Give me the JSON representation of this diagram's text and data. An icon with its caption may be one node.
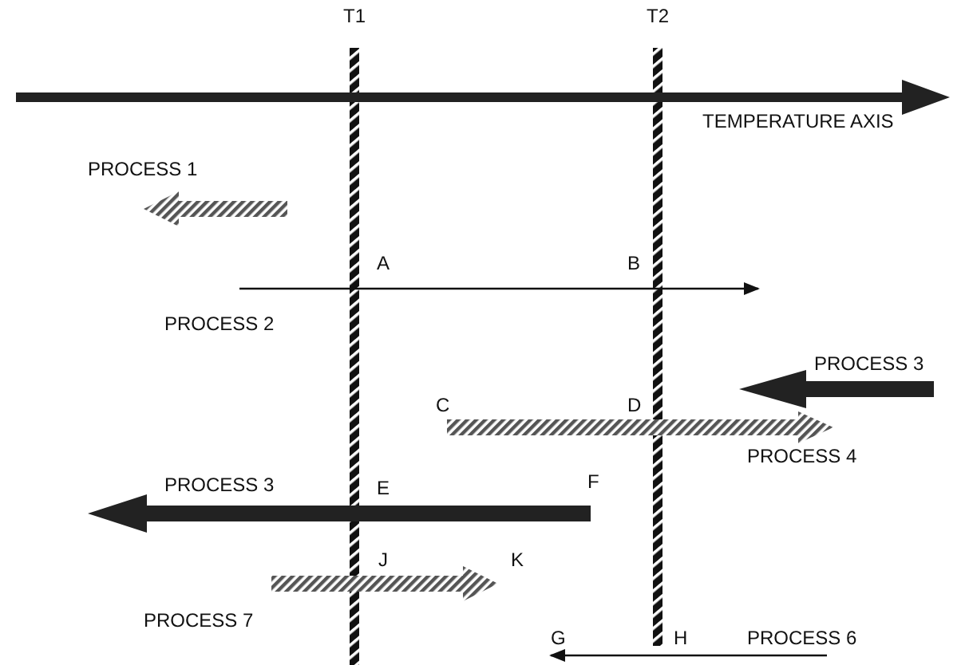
{
  "diagram": {
    "labels": [
      "T1",
      "T2",
      "TEMPERATURE AXIS",
      "PROCESS 1",
      "A",
      "B",
      "PROCESS 2",
      "PROCESS 3",
      "C",
      "D",
      "PROCESS 4",
      "PROCESS 3",
      "E",
      "F",
      "J",
      "K",
      "PROCESS 7",
      "G",
      "H",
      "PROCESS 6"
    ]
  }
}
